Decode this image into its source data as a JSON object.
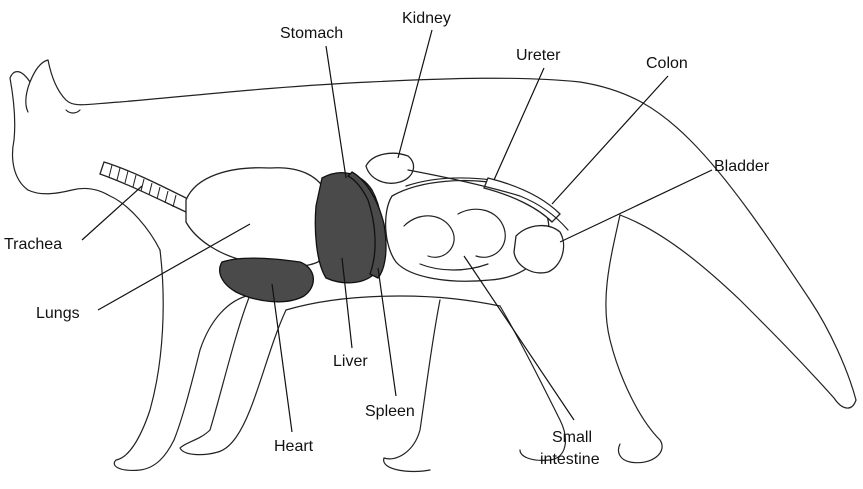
{
  "diagram": {
    "labels": {
      "stomach": "Stomach",
      "kidney": "Kidney",
      "ureter": "Ureter",
      "colon": "Colon",
      "bladder": "Bladder",
      "trachea": "Trachea",
      "lungs": "Lungs",
      "liver": "Liver",
      "heart": "Heart",
      "spleen": "Spleen",
      "small_intestine_line1": "Small",
      "small_intestine_line2": "intestine"
    }
  }
}
